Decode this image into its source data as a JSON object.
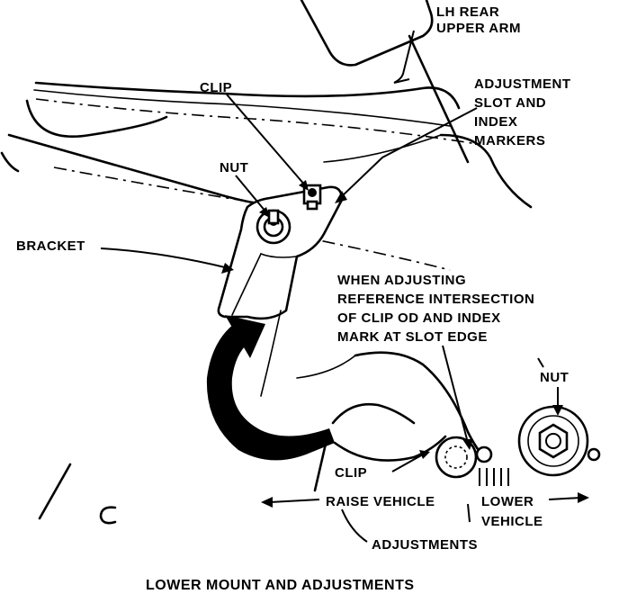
{
  "labels": {
    "lh_rear_line1": "LH REAR",
    "lh_rear_line2": "UPPER ARM",
    "adjustment_line1": "ADJUSTMENT",
    "adjustment_line2": "SLOT AND",
    "adjustment_line3": "INDEX",
    "adjustment_line4": "MARKERS",
    "clip_top": "CLIP",
    "nut_top": "NUT",
    "bracket": "BRACKET",
    "when_line1": "WHEN ADJUSTING",
    "when_line2": "REFERENCE INTERSECTION",
    "when_line3": "OF CLIP OD AND INDEX",
    "when_line4": "MARK AT SLOT EDGE",
    "nut_right": "NUT",
    "clip_bottom": "CLIP",
    "raise_vehicle": "RAISE VEHICLE",
    "lower_line1": "LOWER",
    "lower_line2": "VEHICLE",
    "adjustments": "ADJUSTMENTS",
    "caption": "LOWER MOUNT AND ADJUSTMENTS"
  }
}
